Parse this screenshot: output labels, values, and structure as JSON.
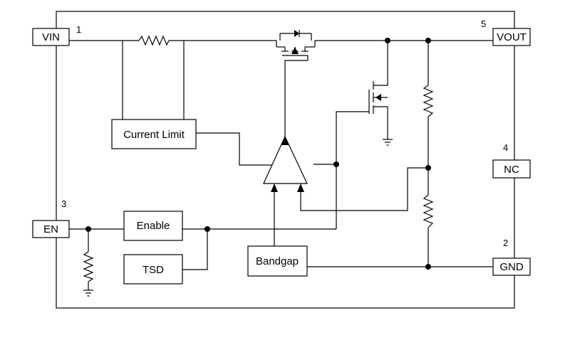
{
  "pins": {
    "vin": {
      "label": "VIN",
      "number": "1"
    },
    "vout": {
      "label": "VOUT",
      "number": "5"
    },
    "nc": {
      "label": "NC",
      "number": "4"
    },
    "en": {
      "label": "EN",
      "number": "3"
    },
    "gnd": {
      "label": "GND",
      "number": "2"
    }
  },
  "blocks": {
    "current_limit": "Current Limit",
    "enable": "Enable",
    "tsd": "TSD",
    "bandgap": "Bandgap"
  }
}
